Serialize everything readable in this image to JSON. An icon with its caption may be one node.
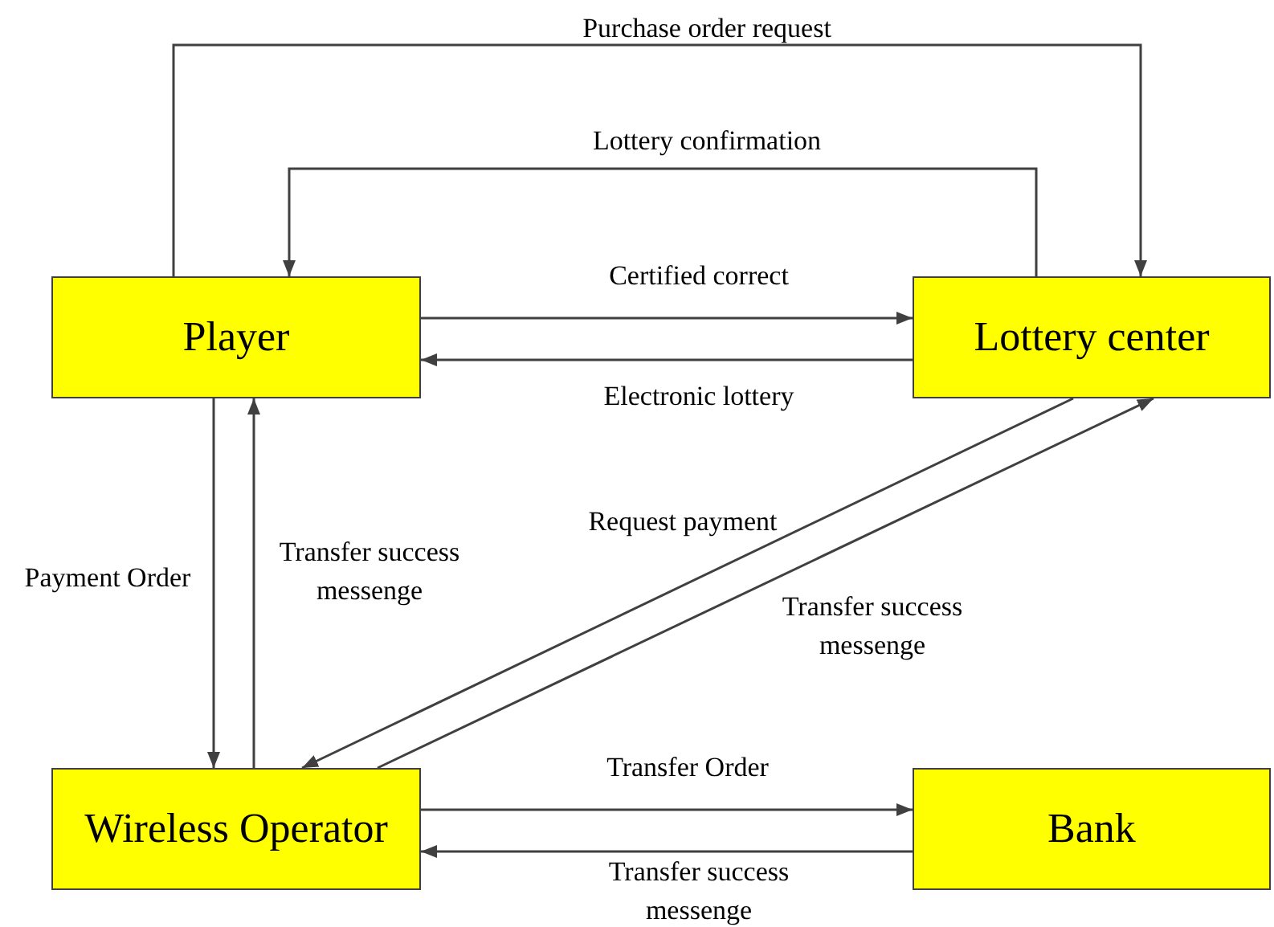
{
  "diagram": {
    "nodes": [
      {
        "text": [
          "Player"
        ]
      },
      {
        "text": [
          "Lottery center"
        ]
      },
      {
        "text": [
          "Wireless Operator"
        ]
      },
      {
        "text": [
          "Bank"
        ]
      }
    ],
    "edges": [
      {
        "from": 0,
        "to": 1,
        "arrow": "to",
        "label": "Purchase order request"
      },
      {
        "from": 1,
        "to": 0,
        "arrow": "to",
        "label": "Lottery confirmation"
      },
      {
        "from": 0,
        "to": 1,
        "arrow": "to",
        "label": "Certified correct"
      },
      {
        "from": 1,
        "to": 0,
        "arrow": "to",
        "label": "Electronic lottery"
      },
      {
        "from": 0,
        "to": 2,
        "arrow": "to",
        "label": "Payment Order"
      },
      {
        "from": 2,
        "to": 0,
        "arrow": "to",
        "label": "Transfer success messenge"
      },
      {
        "from": 1,
        "to": 2,
        "arrow": "to",
        "label": "Request payment"
      },
      {
        "from": 2,
        "to": 1,
        "arrow": "to",
        "label": "Transfer success messenge"
      },
      {
        "from": 2,
        "to": 3,
        "arrow": "to",
        "label": "Transfer Order"
      },
      {
        "from": 3,
        "to": 2,
        "arrow": "to",
        "label": "Transfer success messenge"
      }
    ]
  }
}
